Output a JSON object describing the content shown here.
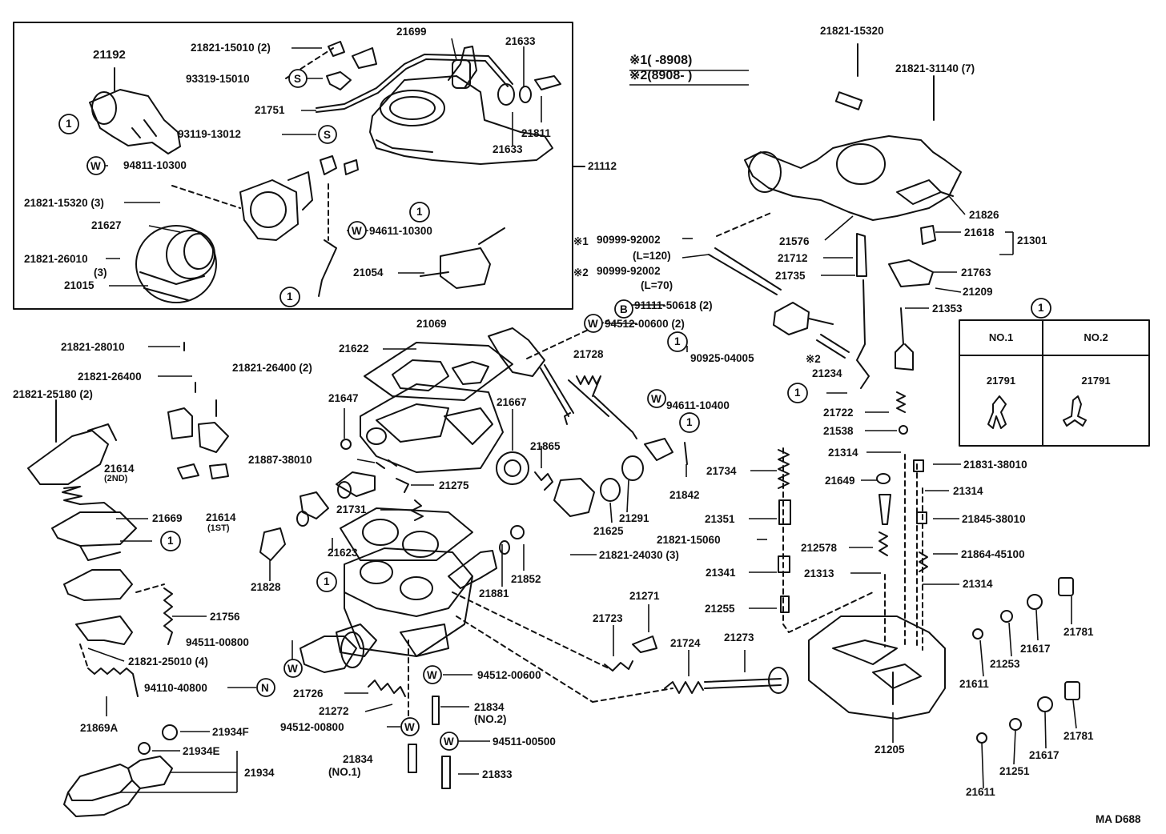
{
  "diagram_code": "MA D688",
  "legend": {
    "note1": "※1(      -8908)",
    "note2": "※2(8908-       )"
  },
  "callouts": {
    "c1": "1",
    "s": "S",
    "w": "W",
    "n": "N",
    "b": "B"
  },
  "table": {
    "col1": "NO.1",
    "col2": "NO.2",
    "val1": "21791",
    "val2": "21791",
    "head_ref": "1"
  },
  "labels": {
    "p21192": "21192",
    "p21821_15010": "21821-15010 (2)",
    "p93319_15010": "93319-15010",
    "p21699": "21699",
    "p21633a": "21633",
    "p21751": "21751",
    "p21811": "21811",
    "p93119_13012": "93119-13012",
    "p21633b": "21633",
    "p94811_10300": "94811-10300",
    "p21112": "21112",
    "p21821_15320_3": "21821-15320 (3)",
    "p21627": "21627",
    "p94611_10300": "94611-10300",
    "p21821_26010": "21821-26010",
    "p3a": "(3)",
    "p21015": "21015",
    "p21054": "21054",
    "p90999_a": "90999-92002",
    "pL120": "(L=120)",
    "p90999_b": "90999-92002",
    "pL70": "(L=70)",
    "p21821_15320": "21821-15320",
    "p21821_31140": "21821-31140 (7)",
    "p21826a": "21826",
    "p21576": "21576",
    "p21618": "21618",
    "p21301": "21301",
    "p21712": "21712",
    "p21735": "21735",
    "p21763": "21763",
    "p21209": "21209",
    "p21353": "21353",
    "p91111_50618": "91111-50618 (2)",
    "p21069": "21069",
    "p94512_00600_2": "94512-00600 (2)",
    "p21622": "21622",
    "p21728": "21728",
    "p90925_04005": "90925-04005",
    "p21234": "21234",
    "p21821_28010": "21821-28010",
    "p21821_26400": "21821-26400",
    "p21821_26400_2": "21821-26400 (2)",
    "p21821_25180": "21821-25180 (2)",
    "p21647": "21647",
    "p21667": "21667",
    "p94611_10400": "94611-10400",
    "p21722": "21722",
    "p21538": "21538",
    "p21614_2nd": "21614",
    "p2ND": "(2ND)",
    "p21614_1st": "21614",
    "p1ST": "(1ST)",
    "p21887": "21887-38010",
    "p21865": "21865",
    "p21275": "21275",
    "p21734": "21734",
    "p21314a": "21314",
    "p21831_38010": "21831-38010",
    "p21649": "21649",
    "p21314b": "21314",
    "p21842": "21842",
    "p21731": "21731",
    "p21669": "21669",
    "p21291": "21291",
    "p21625": "21625",
    "p21351": "21351",
    "p21845_38010": "21845-38010",
    "p21821_15060": "21821-15060",
    "p212578": "212578",
    "p21864_45100": "21864-45100",
    "p21823": "21623",
    "p21852": "21852",
    "p21821_24030": "21821-24030 (3)",
    "p21341": "21341",
    "p21313": "21313",
    "p21314c": "21314",
    "p21828": "21828",
    "p21881": "21881",
    "p21271": "21271",
    "p21723": "21723",
    "p21255": "21255",
    "p21756": "21756",
    "p94511_00800": "94511-00800",
    "p21724": "21724",
    "p21273": "21273",
    "p21821_25010": "21821-25010 (4)",
    "p21781a": "21781",
    "p21617a": "21617",
    "p21253": "21253",
    "p21611a": "21611",
    "p94512_00600": "94512-00600",
    "p94110_40800": "94110-40800",
    "p21726": "21726",
    "p21272": "21272",
    "p21834_2": "21834",
    "pNO2": "(NO.2)",
    "p21869A": "21869A",
    "p94512_00800": "94512-00800",
    "p21934F": "21934F",
    "p94511_00500": "94511-00500",
    "p21934E": "21934E",
    "p21205": "21205",
    "p21781b": "21781",
    "p21934": "21934",
    "p21834_1": "21834",
    "pNO1": "(NO.1)",
    "p21833": "21833",
    "p21617b": "21617",
    "p21251": "21251",
    "p21611b": "21611"
  }
}
